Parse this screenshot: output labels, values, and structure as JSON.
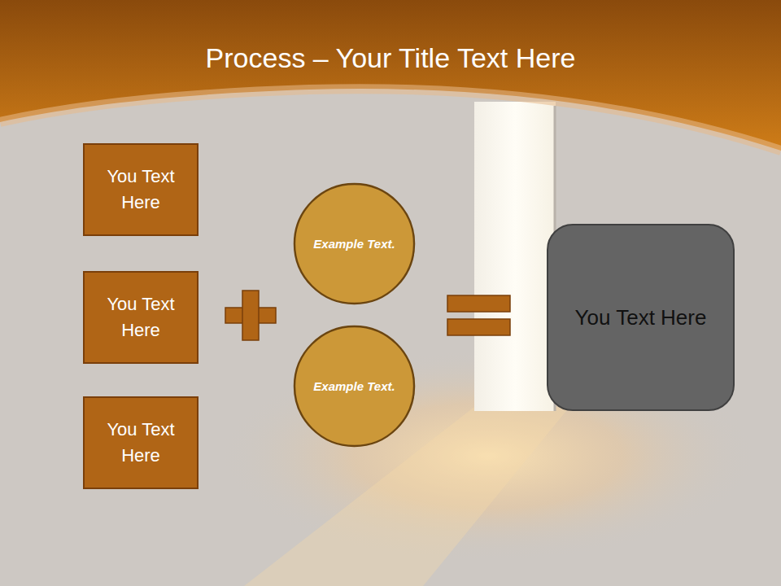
{
  "diagram": {
    "title": "Process – Your Title Text Here",
    "nodes": [
      {
        "text": [
          "You Text Here"
        ]
      },
      {
        "text": [
          "You Text Here"
        ]
      },
      {
        "text": [
          "You Text Here"
        ]
      },
      {
        "text": [
          "Example Text."
        ]
      },
      {
        "text": [
          "Example Text."
        ]
      },
      {
        "text": [
          "You Text Here"
        ]
      }
    ]
  }
}
